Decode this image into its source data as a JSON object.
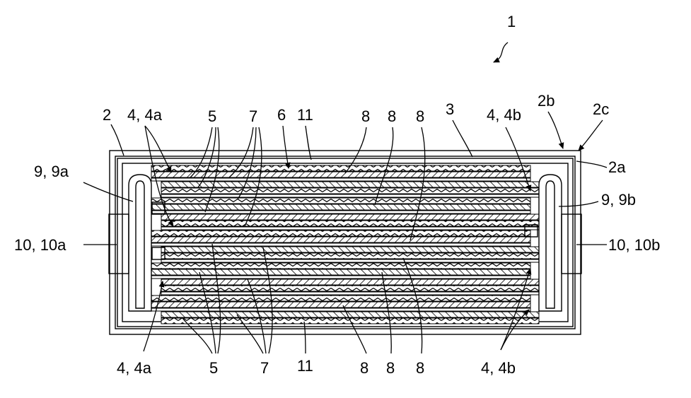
{
  "figure": {
    "device_ref": "1",
    "labels": {
      "housing": "2",
      "housing_inner": "2a",
      "housing_mid": "2b",
      "housing_outer": "2c",
      "cover": "3",
      "electrode_left_top": "4, 4a",
      "electrode_left_bottom": "4, 4a",
      "electrode_right_top": "4, 4b",
      "electrode_right_bottom": "4, 4b",
      "layer_5_top": "5",
      "layer_5_bottom": "5",
      "layer_6": "6",
      "layer_7_top": "7",
      "layer_7_bottom": "7",
      "layer_11_top": "11",
      "layer_11_bottom": "11",
      "layer_8_top_1": "8",
      "layer_8_top_2": "8",
      "layer_8_top_3": "8",
      "layer_8_bottom_1": "8",
      "layer_8_bottom_2": "8",
      "layer_8_bottom_3": "8",
      "collector_left": "9, 9a",
      "collector_right": "9, 9b",
      "terminal_left": "10, 10a",
      "terminal_right": "10, 10b"
    }
  }
}
